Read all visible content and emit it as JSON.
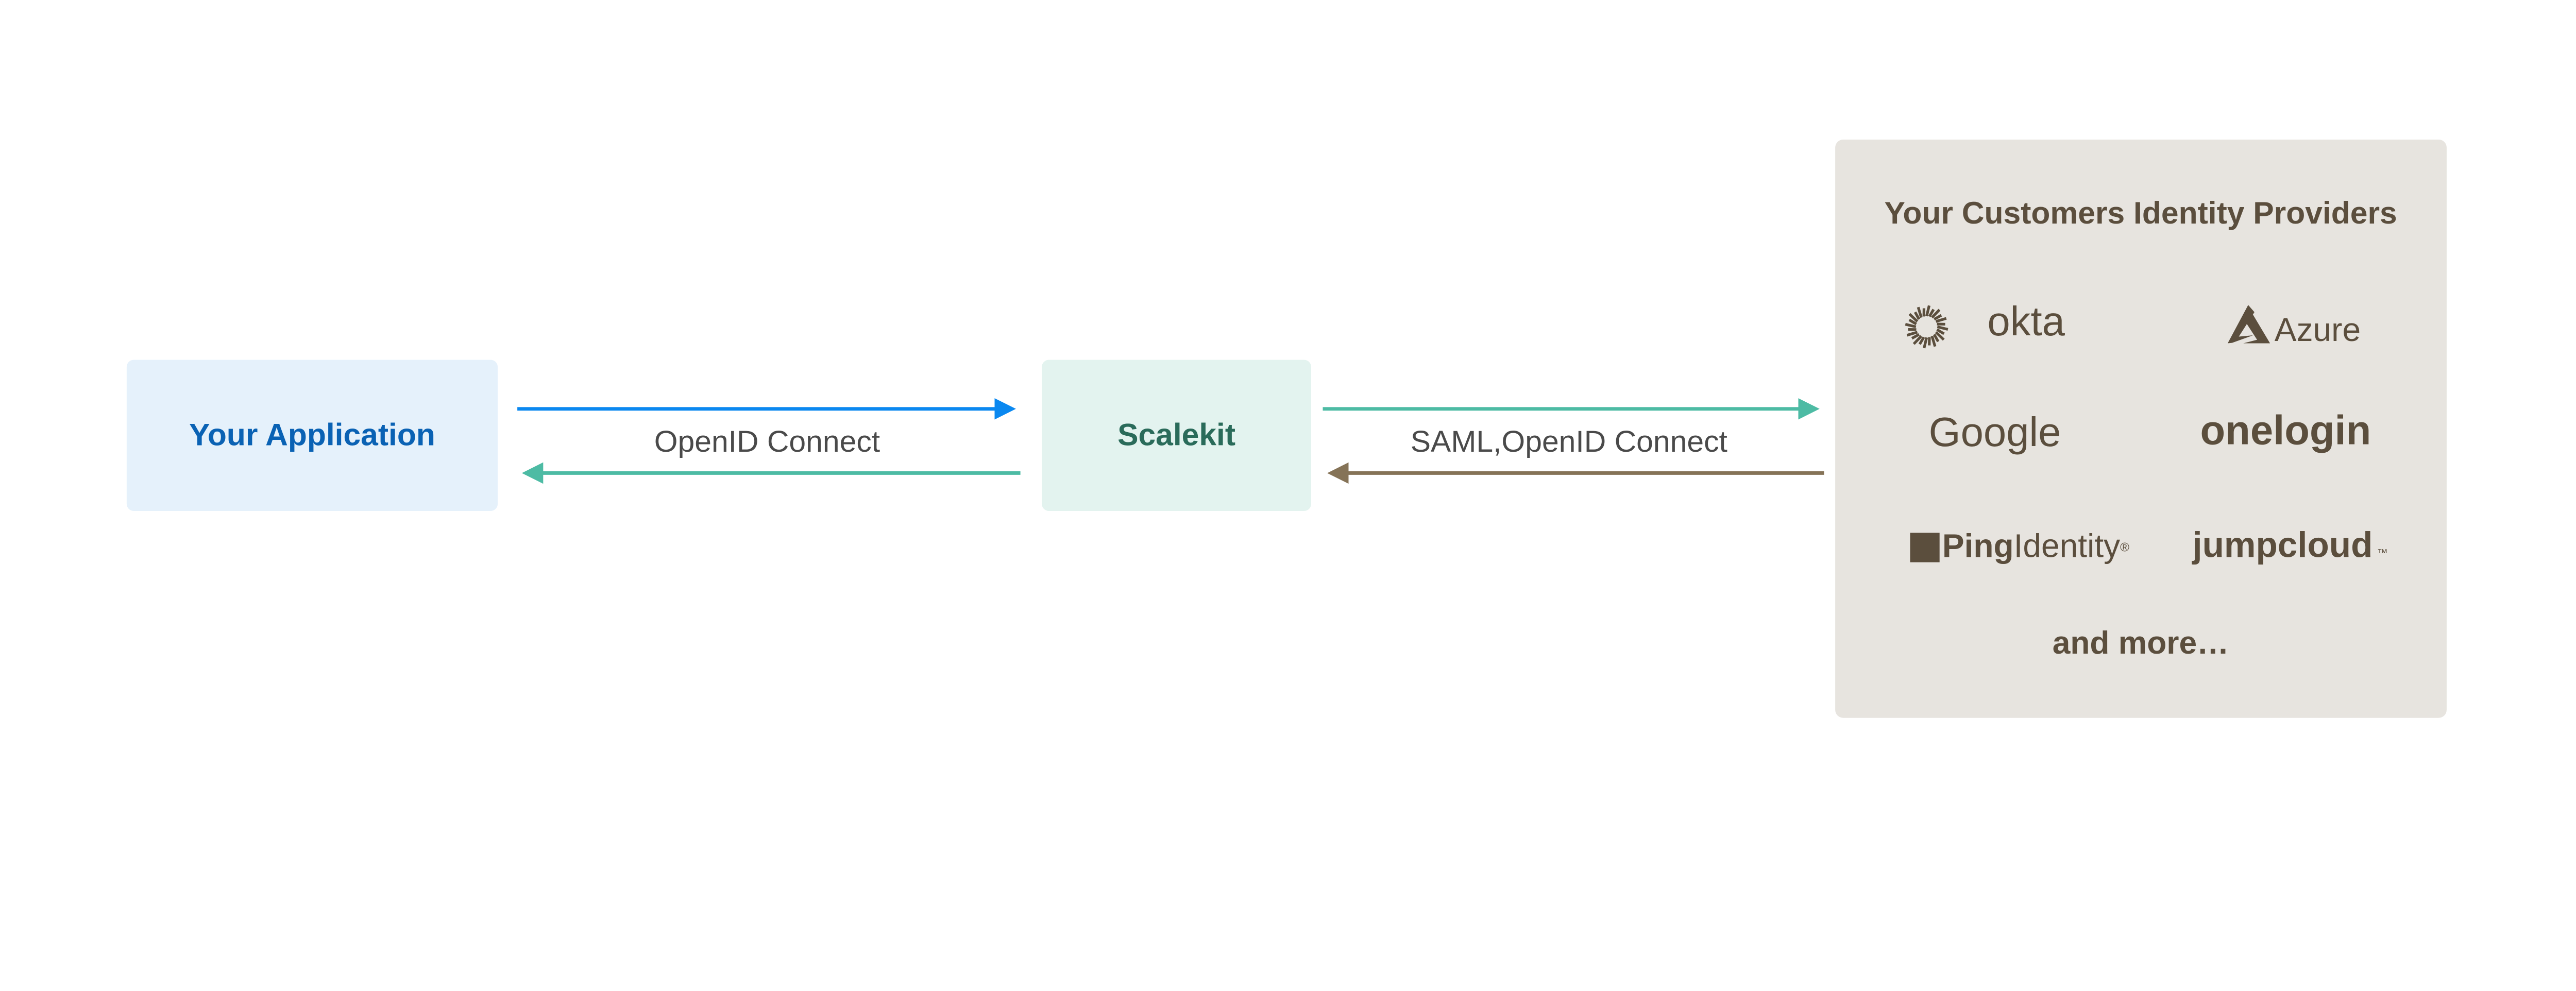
{
  "colors": {
    "app_box": "#e5f1fb",
    "app_text": "#0a62b4",
    "scalekit_box": "#e3f3ef",
    "scalekit_text": "#2a6b5a",
    "idp_box": "#e7e4df",
    "idp_text": "#5b4e3d",
    "arrow_blue": "#0a88f0",
    "arrow_teal": "#4dbba4",
    "arrow_brown": "#857357",
    "edge_label": "#4a4a4a"
  },
  "nodes": {
    "app": {
      "label": "Your Application"
    },
    "scalekit": {
      "label": "Scalekit"
    },
    "idp": {
      "title": "Your Customers Identity Providers",
      "providers": [
        {
          "name": "okta",
          "icon": "okta-sunburst-icon"
        },
        {
          "name": "Azure",
          "icon": "azure-triangle-icon"
        },
        {
          "name": "Google"
        },
        {
          "name": "onelogin"
        },
        {
          "name": "PingIdentity",
          "icon": "ping-square-icon",
          "parts": [
            "Ping",
            "Identity",
            "®"
          ]
        },
        {
          "name": "jumpcloud",
          "suffix": "™"
        }
      ],
      "more": "and more…"
    }
  },
  "edges": {
    "app_scalekit_label": "OpenID Connect",
    "scalekit_idp_label": "SAML,OpenID Connect"
  }
}
